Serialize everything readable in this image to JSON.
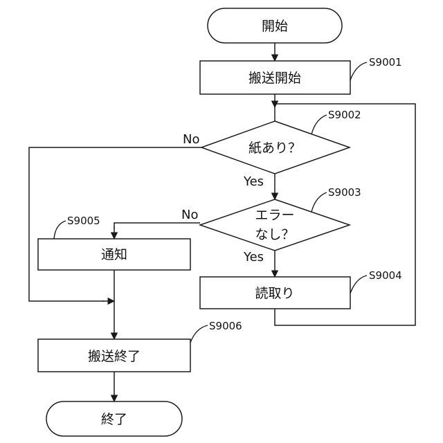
{
  "flowchart": {
    "start": {
      "label": "開始"
    },
    "steps": {
      "s9001": {
        "id": "S9001",
        "label": "搬送開始"
      },
      "s9002": {
        "id": "S9002",
        "label": "紙あり？"
      },
      "s9003": {
        "id": "S9003",
        "label_line1": "エラー",
        "label_line2": "なし？"
      },
      "s9004": {
        "id": "S9004",
        "label": "読取り"
      },
      "s9005": {
        "id": "S9005",
        "label": "通知"
      },
      "s9006": {
        "id": "S9006",
        "label": "搬送終了"
      }
    },
    "end": {
      "label": "終了"
    },
    "edge_labels": {
      "s9002_no": "No",
      "s9002_yes": "Yes",
      "s9003_no": "No",
      "s9003_yes": "Yes"
    }
  }
}
